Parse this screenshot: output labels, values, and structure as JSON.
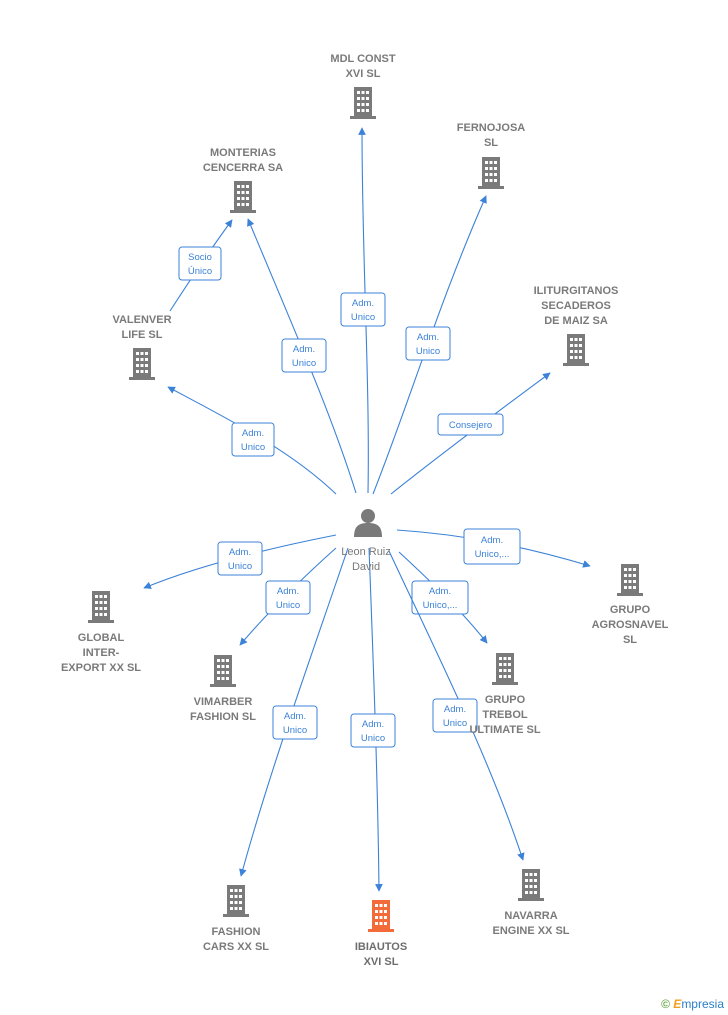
{
  "center": {
    "name_lines": [
      "Leon Ruiz",
      "David"
    ],
    "icon": "person-icon"
  },
  "colors": {
    "edge": "#3b82d8",
    "building": "#7a7a7a",
    "highlight": "#f26b38"
  },
  "nodes": [
    {
      "id": "mdl",
      "lines": [
        "MDL CONST",
        "XVI  SL"
      ]
    },
    {
      "id": "fernojosa",
      "lines": [
        "FERNOJOSA",
        "SL"
      ]
    },
    {
      "id": "monterias",
      "lines": [
        "MONTERIAS",
        "CENCERRA SA"
      ]
    },
    {
      "id": "iliturgitanos",
      "lines": [
        "ILITURGITANOS",
        "SECADEROS",
        "DE MAIZ SA"
      ]
    },
    {
      "id": "valenver",
      "lines": [
        "VALENVER",
        "LIFE  SL"
      ]
    },
    {
      "id": "agrosnavel",
      "lines": [
        "GRUPO",
        "AGROSNAVEL",
        "SL"
      ]
    },
    {
      "id": "global",
      "lines": [
        "GLOBAL",
        "INTER-",
        "EXPORT XX  SL"
      ]
    },
    {
      "id": "vimarber",
      "lines": [
        "VIMARBER",
        "FASHION SL"
      ]
    },
    {
      "id": "trebol",
      "lines": [
        "GRUPO",
        "TREBOL",
        "ULTIMATE  SL"
      ]
    },
    {
      "id": "fashion",
      "lines": [
        "FASHION",
        "CARS XX  SL"
      ]
    },
    {
      "id": "ibiautos",
      "lines": [
        "IBIAUTOS",
        "XVI  SL"
      ],
      "highlight": true
    },
    {
      "id": "navarra",
      "lines": [
        "NAVARRA",
        "ENGINE XX  SL"
      ]
    }
  ],
  "edges": [
    {
      "id": "e-mdl",
      "lines": [
        "Adm.",
        "Unico"
      ]
    },
    {
      "id": "e-fernojosa",
      "lines": [
        "Adm.",
        "Unico"
      ]
    },
    {
      "id": "e-monterias",
      "lines": [
        "Adm.",
        "Unico"
      ]
    },
    {
      "id": "e-valenver-monterias",
      "lines": [
        "Socio",
        "Único"
      ]
    },
    {
      "id": "e-iliturgitanos",
      "lines": [
        "Consejero"
      ]
    },
    {
      "id": "e-valenver",
      "lines": [
        "Adm.",
        "Unico"
      ]
    },
    {
      "id": "e-agrosnavel",
      "lines": [
        "Adm.",
        "Unico,..."
      ]
    },
    {
      "id": "e-global",
      "lines": [
        "Adm.",
        "Unico"
      ]
    },
    {
      "id": "e-vimarber",
      "lines": [
        "Adm.",
        "Unico"
      ]
    },
    {
      "id": "e-trebol",
      "lines": [
        "Adm.",
        "Unico,..."
      ]
    },
    {
      "id": "e-fashion",
      "lines": [
        "Adm.",
        "Unico"
      ]
    },
    {
      "id": "e-ibiautos",
      "lines": [
        "Adm.",
        "Unico"
      ]
    },
    {
      "id": "e-navarra",
      "lines": [
        "Adm.",
        "Unico"
      ]
    }
  ],
  "footer": {
    "copyright_symbol": "©",
    "brand_initial": "E",
    "brand_rest": "mpresia"
  }
}
